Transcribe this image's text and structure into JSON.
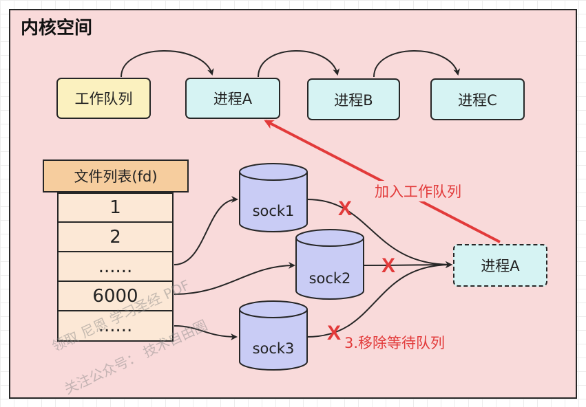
{
  "kernel": {
    "title": "内核空间"
  },
  "queue": {
    "label": "工作队列"
  },
  "processes": [
    "进程A",
    "进程B",
    "进程C"
  ],
  "fd_table": {
    "header": "文件列表(fd)",
    "rows": [
      "1",
      "2",
      "......",
      "6000",
      "......"
    ]
  },
  "sockets": [
    "sock1",
    "sock2",
    "sock3"
  ],
  "waiting_process": {
    "label": "进程A"
  },
  "annotations": {
    "add_to_queue": "加入工作队列",
    "remove_wait_queue": "3.移除等待队列",
    "x_mark": "X"
  },
  "watermark": {
    "line1": "领取 尼恩 学习圣经 PDF",
    "line2": "关注公众号： 技术自由圈"
  },
  "colors": {
    "kernel_bg": "#f9dada",
    "queue_bg": "#fbf1bf",
    "process_bg": "#d6f3f3",
    "fd_header_bg": "#f6cd9e",
    "fd_cell_bg": "#fce8d6",
    "socket_fill": "#c9ccf5",
    "accent_red": "#e23a3a"
  }
}
